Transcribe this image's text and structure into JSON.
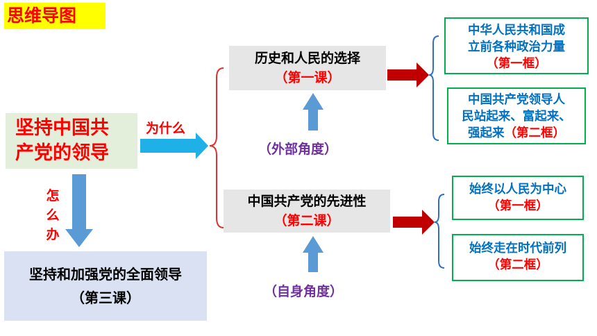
{
  "title": "思维导图",
  "main": {
    "line1": "坚持中国共",
    "line2": "产党的领导"
  },
  "why_label": "为什么",
  "how_label": [
    "怎",
    "么",
    "办"
  ],
  "lesson1": {
    "name": "历史和人民的选择",
    "tag": "（第一课）"
  },
  "lesson2": {
    "name": "中国共产党的先进性",
    "tag": "（第二课）"
  },
  "lesson3": {
    "name": "坚持和加强党的全面领导",
    "tag": "（第三课）"
  },
  "angle1": "（外部角度）",
  "angle2": "（自身角度）",
  "detail1": {
    "lines": [
      "中华人民共和国成",
      "立前各种政治力量"
    ],
    "tag": "（第一框）"
  },
  "detail2": {
    "lines": [
      "中国共产党领导人",
      "民站起来、富起来、"
    ],
    "tail": "强起来",
    "tag": "（第二框）"
  },
  "detail3": {
    "line": "始终以人民为中心",
    "tag": "（第一框）"
  },
  "detail4": {
    "line": "始终走在时代前列",
    "tag": "（第二框）"
  },
  "colors": {
    "red": "#ff0000",
    "blue_arrow": "#5b9bd5",
    "dark_red_arrow": "#c00000",
    "green_border": "#00b050",
    "blue_text": "#0070c0",
    "purple": "#7030a0"
  }
}
